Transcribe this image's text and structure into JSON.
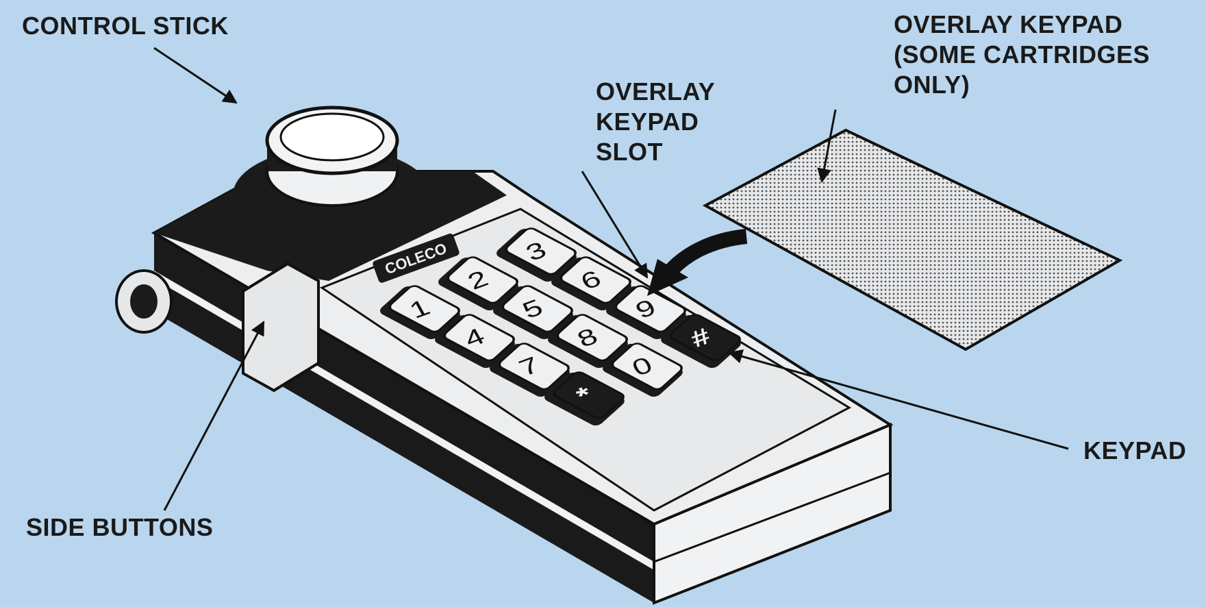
{
  "diagram": {
    "labels": {
      "control_stick": "CONTROL STICK",
      "overlay_keypad_slot": [
        "OVERLAY",
        "KEYPAD",
        "SLOT"
      ],
      "overlay_keypad": [
        "OVERLAY KEYPAD",
        "(SOME CARTRIDGES",
        "ONLY)"
      ],
      "keypad": "KEYPAD",
      "side_buttons": "SIDE BUTTONS"
    },
    "brand": "COLECO",
    "keys": [
      "1",
      "2",
      "3",
      "4",
      "5",
      "6",
      "7",
      "8",
      "9",
      "*",
      "0",
      "#"
    ]
  },
  "colors": {
    "background": "#b9d6ee",
    "outline": "#111111",
    "body": "#e9ebec"
  }
}
